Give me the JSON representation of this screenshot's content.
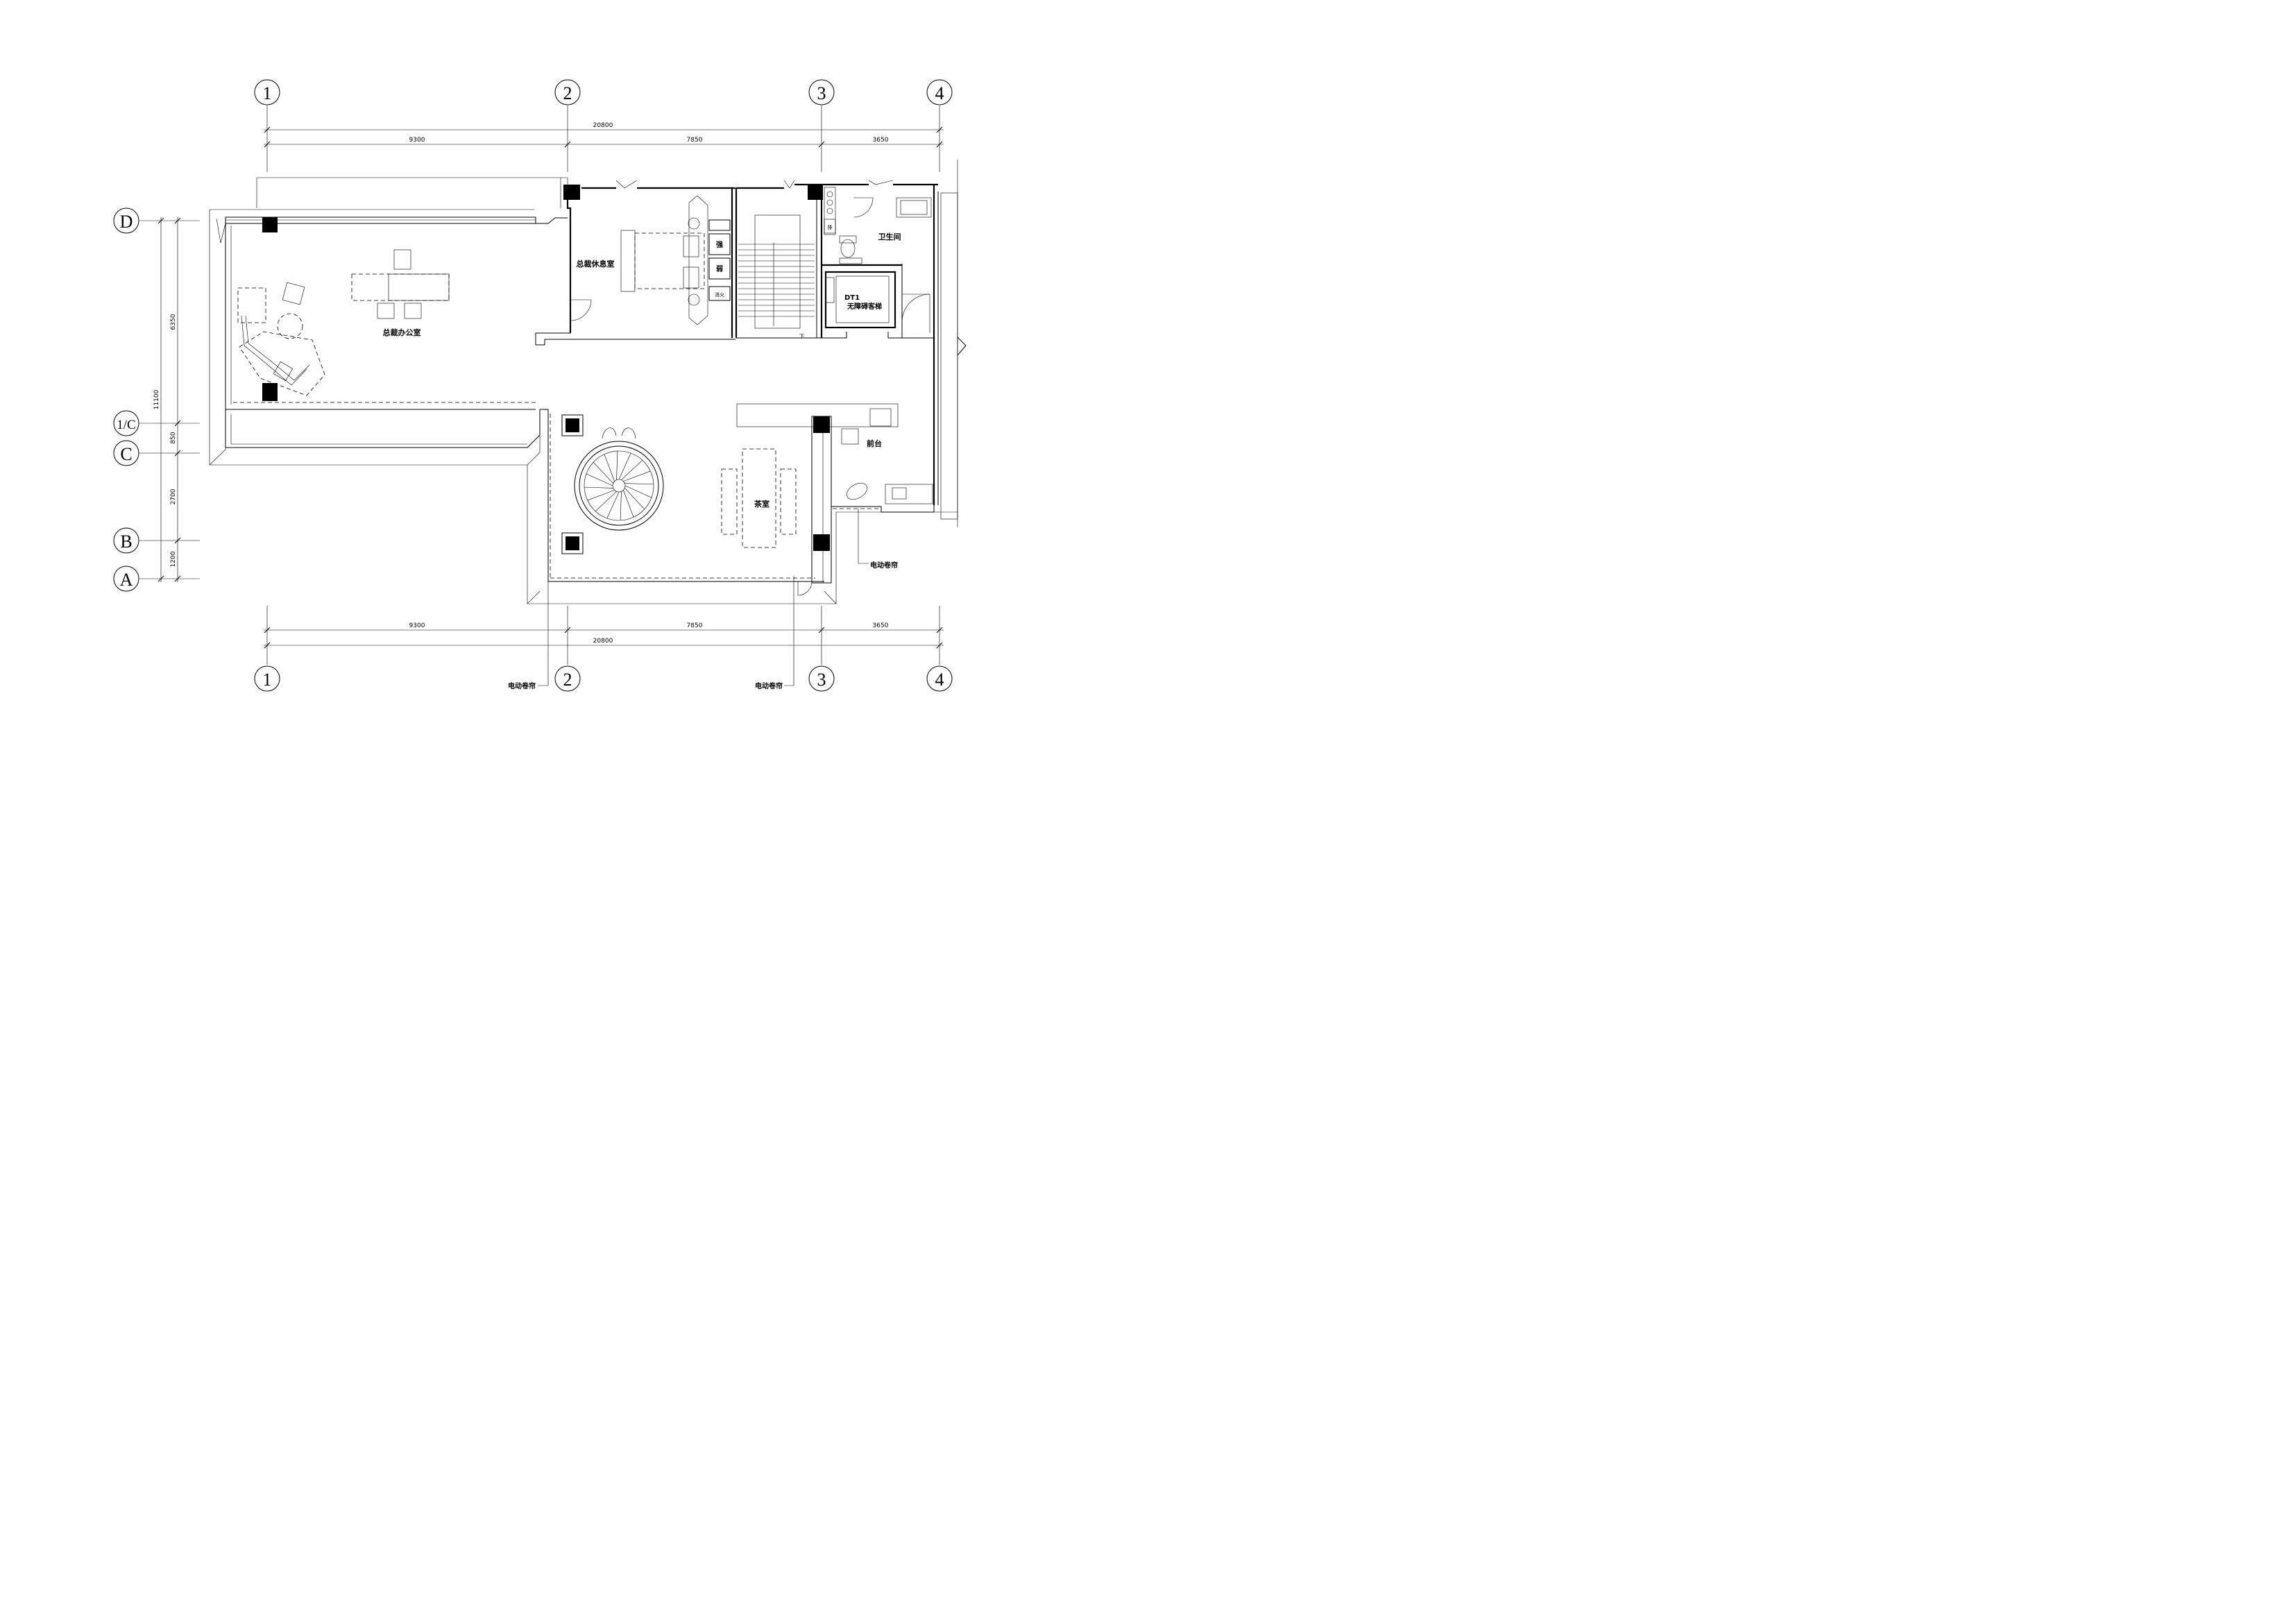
{
  "axes": {
    "vertical": [
      "1",
      "2",
      "3",
      "4"
    ],
    "horizontal": [
      "D",
      "1/C",
      "C",
      "B",
      "A"
    ]
  },
  "dimensions": {
    "top_total": "20800",
    "top_segments": [
      "9300",
      "7850",
      "3650"
    ],
    "bottom_total": "20800",
    "bottom_segments": [
      "9300",
      "7850",
      "3650"
    ],
    "left_total": "11100",
    "left_segments": [
      "6350",
      "850",
      "2700",
      "1200"
    ]
  },
  "rooms": {
    "president_office": "总裁办公室",
    "president_rest": "总裁休息室",
    "bathroom": "卫生间",
    "elevator_code": "DT1",
    "elevator_name": "无障碍客梯",
    "reception": "前台",
    "tea_room": "茶室"
  },
  "marks": {
    "strong": "强",
    "weak": "弱",
    "fire": "消火",
    "shaft": "排",
    "down": "下"
  },
  "callouts": {
    "blind_right": "电动卷帘",
    "blind_bottom_left": "电动卷帘",
    "blind_bottom_mid": "电动卷帘"
  }
}
